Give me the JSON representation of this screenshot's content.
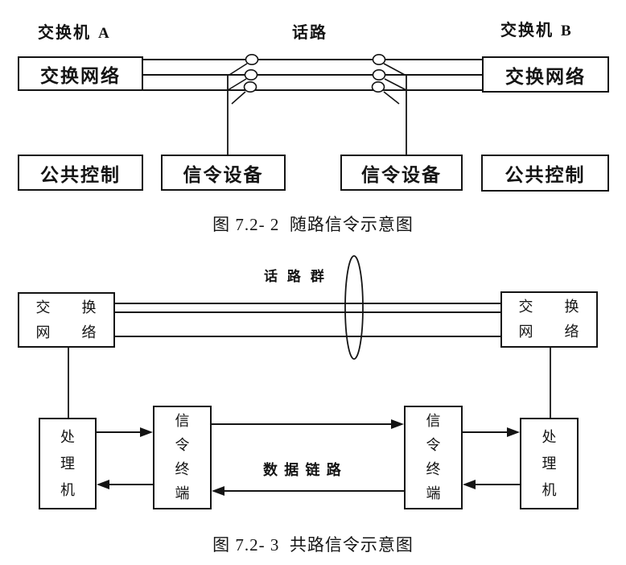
{
  "figure1": {
    "switch_a_label": "交换机 ",
    "switch_a_id": "A",
    "speech_path_label": "话路",
    "switch_b_label": "交换机 ",
    "switch_b_id": "B",
    "network_left": "交换网络",
    "network_right": "交换网络",
    "control_left": "公共控制",
    "signal_left": "信令设备",
    "signal_right": "信令设备",
    "control_right": "公共控制",
    "caption": "图 7.2- 2  随路信令示意图"
  },
  "figure2": {
    "trunk_group_label": "话 路 群",
    "network_left_line1": "交　　换",
    "network_left_line2": "网　　络",
    "network_right_line1": "交　　换",
    "network_right_line2": "网　　络",
    "processor_left": "处理机",
    "terminal_left": "信令终端",
    "terminal_right": "信令终端",
    "processor_right": "处理机",
    "data_link_label": "数 据 链 路",
    "caption": "图 7.2- 3  共路信令示意图"
  }
}
